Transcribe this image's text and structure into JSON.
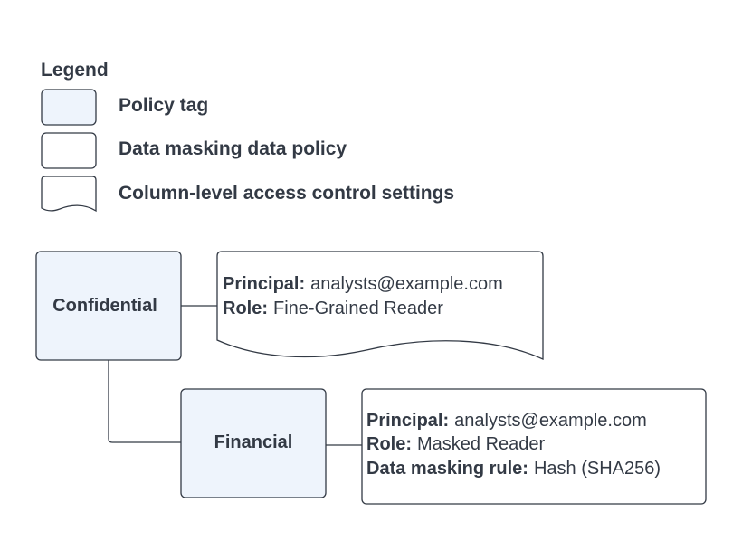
{
  "legend": {
    "title": "Legend",
    "items": [
      {
        "shape": "policy-tag",
        "label": "Policy tag"
      },
      {
        "shape": "data-policy",
        "label": "Data masking data policy"
      },
      {
        "shape": "access-settings",
        "label": "Column-level access control settings"
      }
    ]
  },
  "nodes": {
    "confidential": {
      "label": "Confidential"
    },
    "financial": {
      "label": "Financial"
    }
  },
  "settings": {
    "principal_label": "Principal:",
    "principal_value": "analysts@example.com",
    "role_label": "Role:",
    "role_value": "Fine-Grained Reader"
  },
  "data_policy": {
    "principal_label": "Principal:",
    "principal_value": "analysts@example.com",
    "role_label": "Role:",
    "role_value": "Masked Reader",
    "rule_label": "Data masking rule:",
    "rule_value": "Hash (SHA256)"
  },
  "colors": {
    "tag_fill": "#eef4fc",
    "stroke": "#333a45",
    "text": "#333a45"
  }
}
